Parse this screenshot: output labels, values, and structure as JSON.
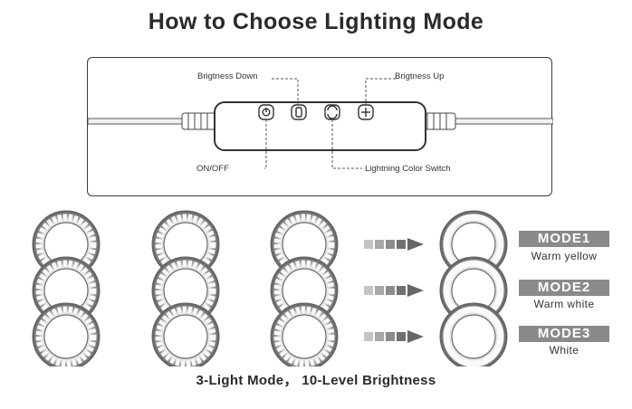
{
  "title": "How to Choose Lighting Mode",
  "controller": {
    "callouts": {
      "brightness_down": "Brigtness Down",
      "brightness_up": "Brigtness Up",
      "on_off": "ON/OFF",
      "color_switch": "Lightning Color Switch"
    },
    "buttons": [
      {
        "name": "power-button",
        "icon": "power-icon"
      },
      {
        "name": "brightness-down-button",
        "icon": "minus-icon"
      },
      {
        "name": "color-switch-button",
        "icon": "cycle-icon"
      },
      {
        "name": "brightness-up-button",
        "icon": "plus-icon"
      }
    ]
  },
  "modes": [
    {
      "badge": "MODE1",
      "label": "Warm yellow"
    },
    {
      "badge": "MODE2",
      "label": "Warm white"
    },
    {
      "badge": "MODE3",
      "label": "White"
    }
  ],
  "ring_style": {
    "shade_from": "#5a5a5a",
    "shade_to": "#e6e6e6"
  },
  "footer": "3-Light Mode， 10-Level Brightness"
}
